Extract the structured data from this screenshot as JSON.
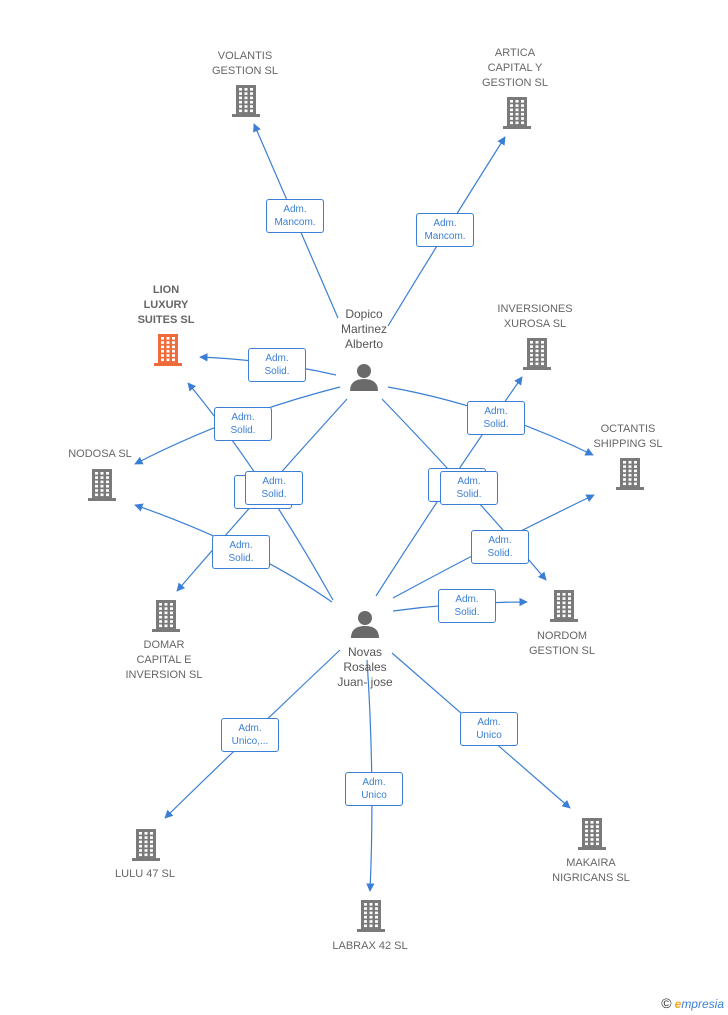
{
  "colors": {
    "edge": "#3a7fd5",
    "building": "#7a7a7a",
    "highlight": "#f06b3a",
    "person": "#6a6a6a"
  },
  "persons": [
    {
      "id": "dopico",
      "label": "Dopico\nMartinez\nAlberto"
    },
    {
      "id": "novas",
      "label": "Novas\nRosales\nJuan- jose"
    }
  ],
  "companies": [
    {
      "id": "volantis",
      "label": "VOLANTIS\nGESTION  SL",
      "highlight": false
    },
    {
      "id": "artica",
      "label": "ARTICA\nCAPITAL Y\nGESTION  SL",
      "highlight": false
    },
    {
      "id": "lion",
      "label": "LION\nLUXURY\nSUITES  SL",
      "highlight": true
    },
    {
      "id": "inversiones",
      "label": "INVERSIONES\nXUROSA SL",
      "highlight": false
    },
    {
      "id": "octantis",
      "label": "OCTANTIS\nSHIPPING  SL",
      "highlight": false
    },
    {
      "id": "nodosa",
      "label": "NODOSA  SL",
      "highlight": false
    },
    {
      "id": "domar",
      "label": "DOMAR\nCAPITAL E\nINVERSION  SL",
      "highlight": false
    },
    {
      "id": "nordom",
      "label": "NORDOM\nGESTION  SL",
      "highlight": false
    },
    {
      "id": "lulu",
      "label": "LULU 47  SL",
      "highlight": false
    },
    {
      "id": "labrax",
      "label": "LABRAX 42 SL",
      "highlight": false
    },
    {
      "id": "makaira",
      "label": "MAKAIRA\nNIGRICANS  SL",
      "highlight": false
    }
  ],
  "edges": [
    {
      "from": "dopico",
      "to": "volantis",
      "label": "Adm.\nMancom."
    },
    {
      "from": "dopico",
      "to": "artica",
      "label": "Adm.\nMancom."
    },
    {
      "from": "dopico",
      "to": "lion",
      "label": "Adm.\nSolid."
    },
    {
      "from": "dopico",
      "to": "nodosa",
      "label": "Adm.\nSolid."
    },
    {
      "from": "dopico",
      "to": "domar",
      "label": "Adm.\nSolid."
    },
    {
      "from": "dopico",
      "to": "octantis",
      "label": "Adm.\nSolid."
    },
    {
      "from": "dopico",
      "to": "nordom",
      "label": "Adm.\nSolid."
    },
    {
      "from": "novas",
      "to": "lion",
      "label": "Adm.\nSolid."
    },
    {
      "from": "novas",
      "to": "nodosa",
      "label": "Adm.\nSolid."
    },
    {
      "from": "novas",
      "to": "inversiones",
      "label": "Adm.\nSolid."
    },
    {
      "from": "novas",
      "to": "octantis",
      "label": "Adm.\nSolid."
    },
    {
      "from": "novas",
      "to": "nordom",
      "label": "Adm.\nSolid."
    },
    {
      "from": "novas",
      "to": "lulu",
      "label": "Adm.\nUnico,..."
    },
    {
      "from": "novas",
      "to": "labrax",
      "label": "Adm.\nUnico"
    },
    {
      "from": "novas",
      "to": "makaira",
      "label": "Adm.\nUnico"
    }
  ],
  "watermark": {
    "copyright": "©",
    "brand_initial": "e",
    "brand_rest": "mpresia"
  }
}
